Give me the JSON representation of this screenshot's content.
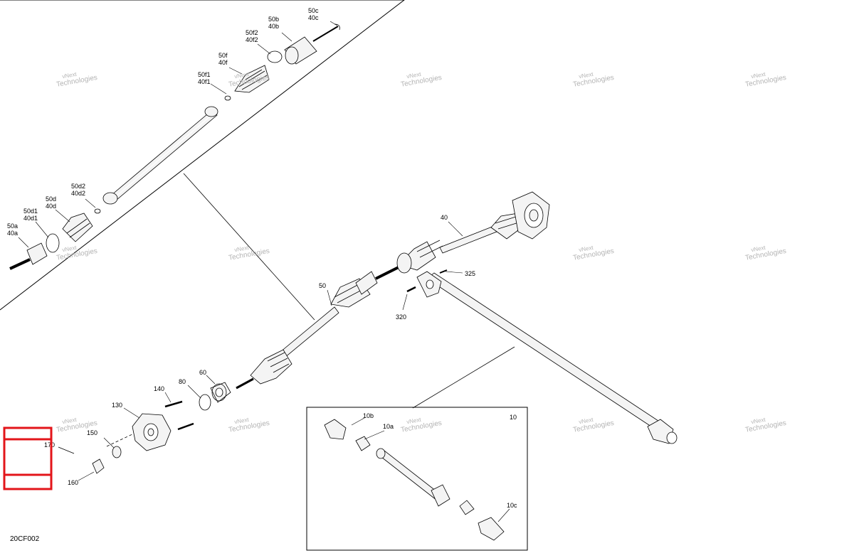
{
  "diagram": {
    "code": "20CF002",
    "watermark": {
      "line1": "vNext",
      "line2": "Technologies"
    },
    "callouts": {
      "c50c": "50c",
      "c40c": "40c",
      "c50b": "50b",
      "c40b": "40b",
      "c50f2": "50f2",
      "c40f2": "40f2",
      "c50f": "50f",
      "c40f": "40f",
      "c50f1": "50f1",
      "c40f1": "40f1",
      "c50d2": "50d2",
      "c40d2": "40d2",
      "c50d": "50d",
      "c40d": "40d",
      "c50d1": "50d1",
      "c40d1": "40d1",
      "c50a": "50a",
      "c40a": "40a",
      "c40": "40",
      "c50": "50",
      "c325": "325",
      "c320": "320",
      "c60": "60",
      "c80": "80",
      "c140": "140",
      "c130": "130",
      "c150": "150",
      "c170": "170",
      "c160": "160",
      "c10": "10",
      "c10a": "10a",
      "c10b": "10b",
      "c10c": "10c"
    },
    "highlight_color": "#e3151a",
    "line_color": "#000000",
    "shaft_fill": "#f2f2f2"
  }
}
